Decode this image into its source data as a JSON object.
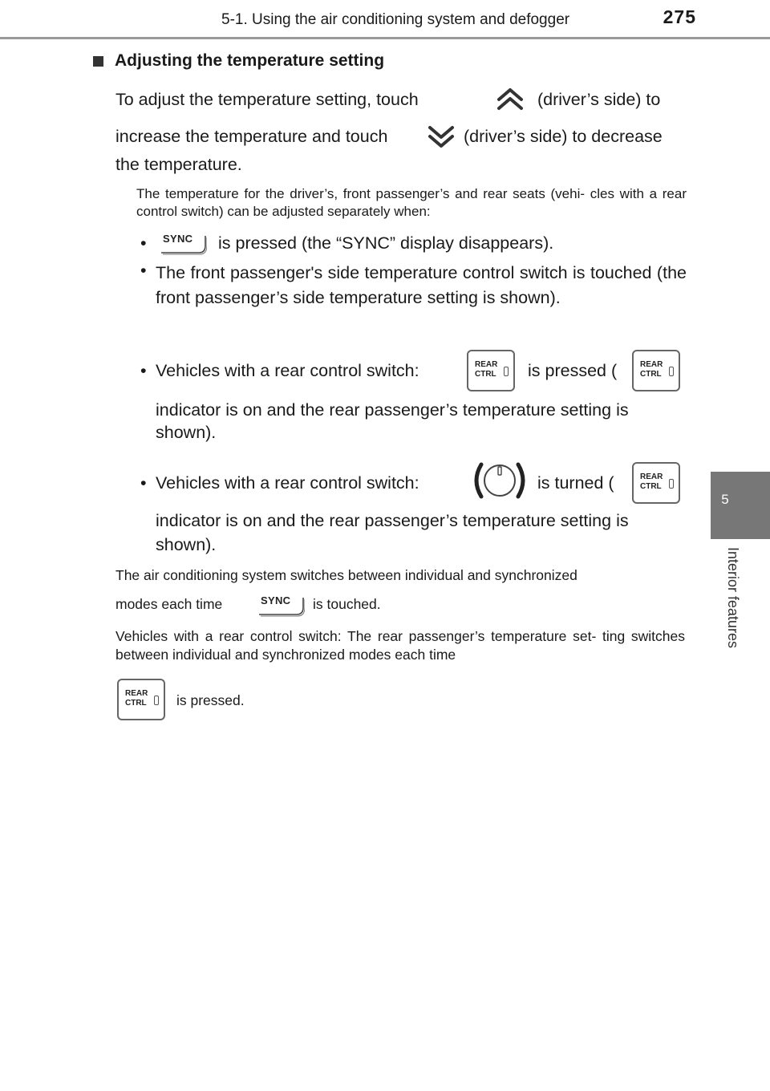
{
  "header": {
    "chapter_title": "5-1. Using the air conditioning system and defogger",
    "page_number": "275"
  },
  "side_tab": {
    "chapter_number": "5",
    "chapter_label": "Interior features"
  },
  "section": {
    "heading": "Adjusting the temperature setting"
  },
  "intro": {
    "p1_a": "To adjust the temperature setting, touch",
    "p1_b": "(driver’s side) to",
    "p2_a": "increase the temperature and touch",
    "p2_b": "(driver’s side) to decrease",
    "p3": "the temperature."
  },
  "note": "The temperature for the driver’s, front passenger’s and rear seats (vehi- cles with a rear control switch) can be adjusted separately when:",
  "bullets": {
    "b1": "is pressed (the “SYNC” display disappears).",
    "b2": "The front passenger's side temperature control switch is touched (the front passenger’s side temperature setting is shown).",
    "b3_a": "Vehicles with a rear control switch:",
    "b3_b": "is pressed (",
    "b3_c": "indicator is on and the rear passenger’s temperature setting is",
    "b3_d": "shown).",
    "b4_a": "Vehicles with a rear control switch:",
    "b4_b": "is turned (",
    "b4_c": "indicator is on and the rear passenger’s temperature setting is",
    "b4_d": "shown)."
  },
  "mode": {
    "sync_a": "The air conditioning system switches between individual and synchronized",
    "sync_b": "modes each time",
    "sync_c": "is touched.",
    "rear": "Vehicles with a rear control switch: The rear passenger’s temperature set- ting switches between individual and synchronized modes each time",
    "rear_end": "is pressed."
  },
  "icons": {
    "sync_label": "SYNC",
    "rear_ctrl_label_1": "REAR",
    "rear_ctrl_label_2": "CTRL",
    "up_chevron": "double-chevron-up-icon",
    "down_chevron": "double-chevron-down-icon",
    "knob": "rotary-knob-icon"
  }
}
